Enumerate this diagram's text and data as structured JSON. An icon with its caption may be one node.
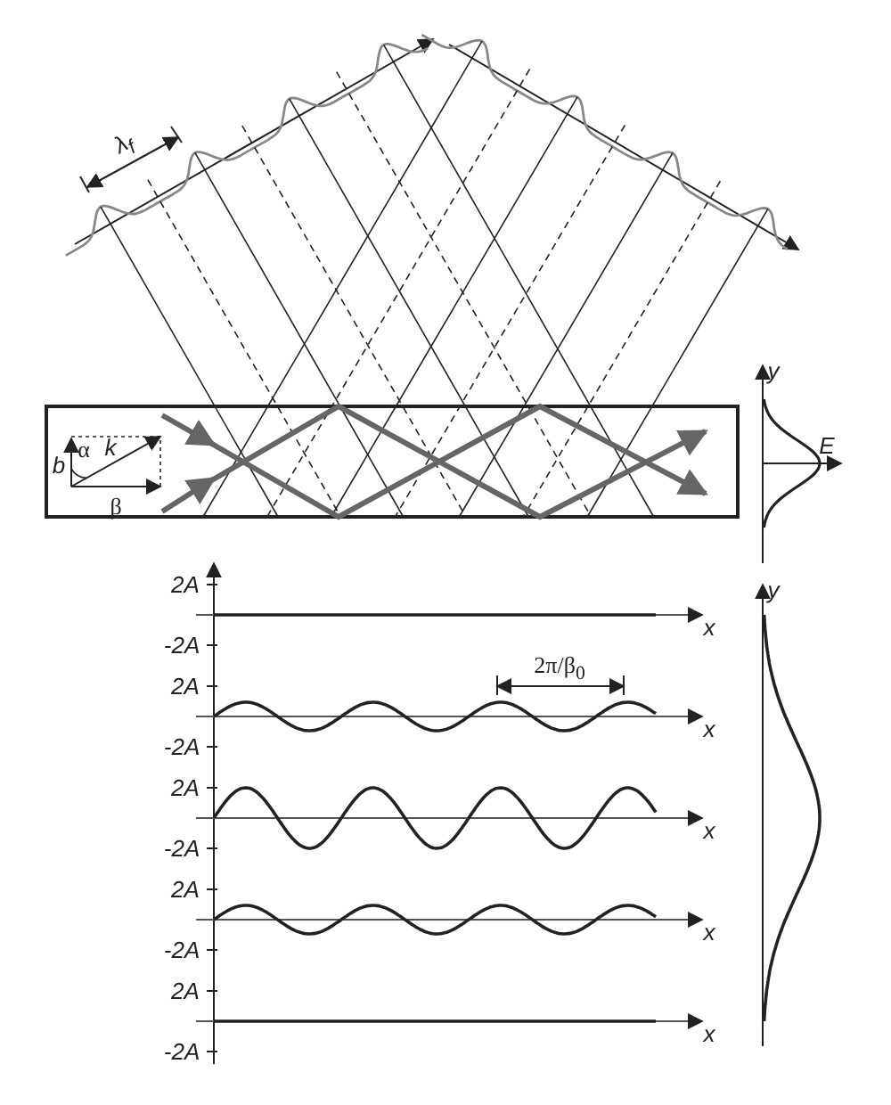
{
  "diagram": {
    "labels": [
      "λ$_{f}$",
      "y",
      "b",
      "k",
      "α",
      "E",
      "β",
      "2A",
      "y",
      "x",
      "-2A",
      "2π/β$_{0}$",
      "2A",
      "x",
      "-2A",
      "2A",
      "x",
      "-2A",
      "2A",
      "x",
      "-2A",
      "2A",
      "x",
      "-2A"
    ]
  }
}
